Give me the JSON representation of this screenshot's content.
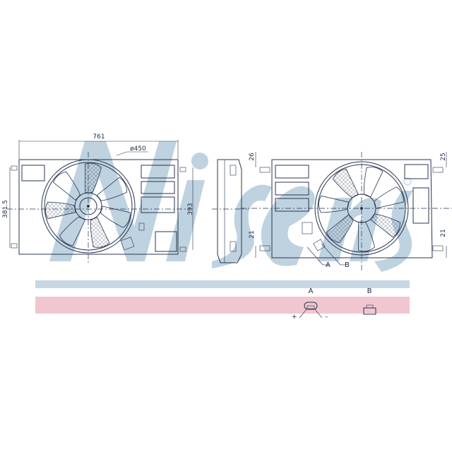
{
  "logo": {
    "text": "Nissens",
    "mark": "®",
    "color": "#a9c3d6"
  },
  "bands": {
    "blue": "#c5d7e4",
    "pink": "#f0c7d0"
  },
  "front_view": {
    "width_dim": "761",
    "diameter_dim": "ø450",
    "left_height_dim": "381.5",
    "right_height_dim": "393"
  },
  "rear_view": {
    "top_left_dim": "26",
    "top_right_dim": "25",
    "bottom_left_dim": "21",
    "bottom_right_dim": "21",
    "callout_a": "A",
    "callout_b": "B"
  },
  "connectors": {
    "a_label": "A",
    "b_label": "B",
    "plus": "+",
    "minus": "–"
  }
}
